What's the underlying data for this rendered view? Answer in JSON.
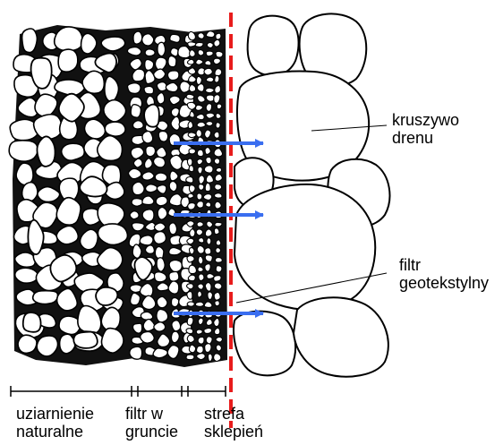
{
  "labels": {
    "drain_aggregate": [
      "kruszywo",
      "drenu"
    ],
    "geotextile_filter": [
      "filtr",
      "geotekstylny"
    ],
    "natural_grading": [
      "uziarnienie",
      "naturalne"
    ],
    "soil_filter": [
      "filtr w",
      "gruncie"
    ],
    "arching_zone": [
      "strefa",
      "sklepień"
    ]
  },
  "colors": {
    "outline": "#000000",
    "flow_arrow": "#3a6ef0",
    "geotextile_line": "#e81c1c",
    "background": "#ffffff"
  }
}
